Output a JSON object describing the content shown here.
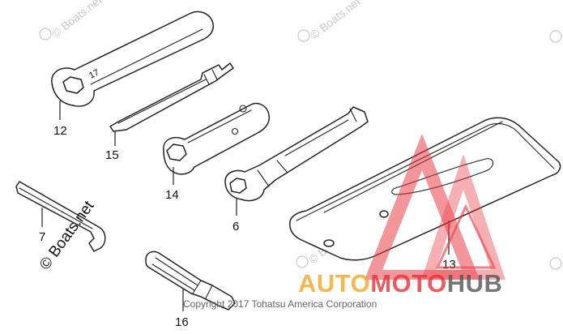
{
  "diagram": {
    "parts": [
      {
        "id": "12",
        "label": "12"
      },
      {
        "id": "15",
        "label": "15"
      },
      {
        "id": "14",
        "label": "14"
      },
      {
        "id": "6",
        "label": "6"
      },
      {
        "id": "7",
        "label": "7"
      },
      {
        "id": "13",
        "label": "13"
      },
      {
        "id": "16",
        "label": "16"
      }
    ],
    "wrench_stamp": "17"
  },
  "watermarks": {
    "boats_net": "© Boats.net",
    "brand_auto": "AUTO",
    "brand_moto": "MOTO",
    "brand_hub": "HUB",
    "copyright": "Copyright 2017 Tohatsu America Corporation"
  },
  "colors": {
    "line": "#222222",
    "triangle": "#e8303a",
    "brand_orange": "#f5a623",
    "brand_red": "#e8303a",
    "brand_gray": "#555555",
    "watermark_gray": "#c9c9c9"
  }
}
